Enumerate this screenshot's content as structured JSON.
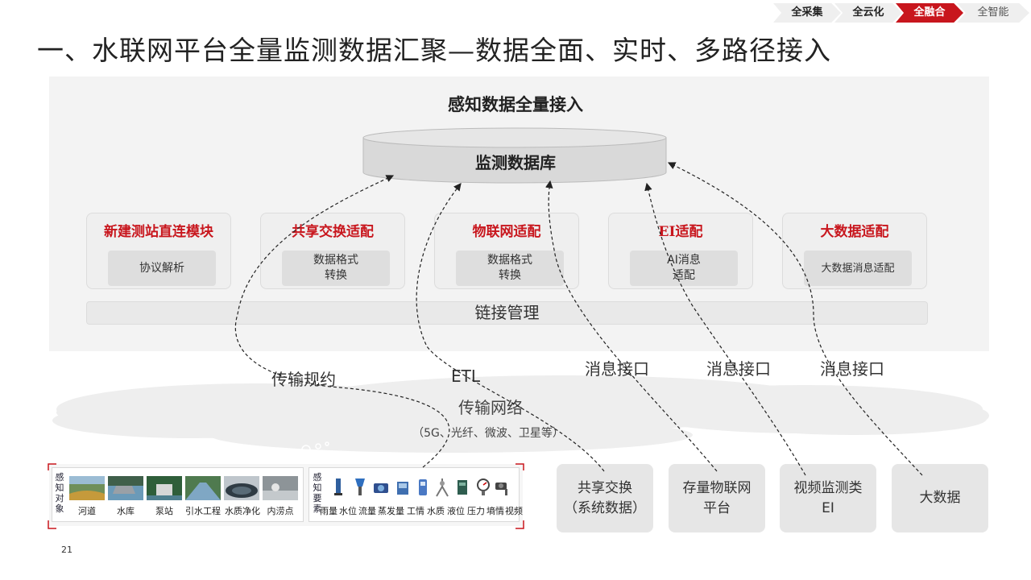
{
  "nav_steps": [
    {
      "label": "全采集",
      "active": false
    },
    {
      "label": "全云化",
      "active": false
    },
    {
      "label": "全融合",
      "active": true
    },
    {
      "label": "全智能",
      "active": false
    }
  ],
  "title": "一、水联网平台全量监测数据汇聚—数据全面、实时、多路径接入",
  "panel": {
    "title": "感知数据全量接入",
    "database": "监测数据库",
    "adapters": [
      {
        "title": "新建测站直连模块",
        "inner": "协议解析"
      },
      {
        "title": "共享交换适配",
        "inner": "数据格式\n转换"
      },
      {
        "title": "物联网适配",
        "inner": "数据格式\n转换"
      },
      {
        "title": "EI适配",
        "inner": "AI消息\n适配"
      },
      {
        "title": "大数据适配",
        "inner": "大数据消息适配"
      }
    ],
    "link_bar": "链接管理"
  },
  "connector_labels": [
    "传输规约",
    "ETL",
    "消息接口",
    "消息接口",
    "消息接口"
  ],
  "network": {
    "title": "传输网络",
    "subtitle": "（5G、光纤、微波、卫星等）"
  },
  "sources": [
    "共享交换\n（系统数据）",
    "存量物联网\n平台",
    "视频监测类\nEI",
    "大数据"
  ],
  "perception_objects": {
    "label": "感知对象",
    "items": [
      "河道",
      "水库",
      "泵站",
      "引水工程",
      "水质净化",
      "内涝点"
    ]
  },
  "perception_elements": {
    "label": "感知要素",
    "items": [
      "雨量",
      "水位",
      "流量",
      "蒸发量",
      "工情",
      "水质",
      "液位",
      "压力",
      "墒情",
      "视频"
    ]
  },
  "page_number": "21",
  "colors": {
    "accent": "#c8161d",
    "panel": "#f3f3f3",
    "box": "#e6e6e6"
  }
}
